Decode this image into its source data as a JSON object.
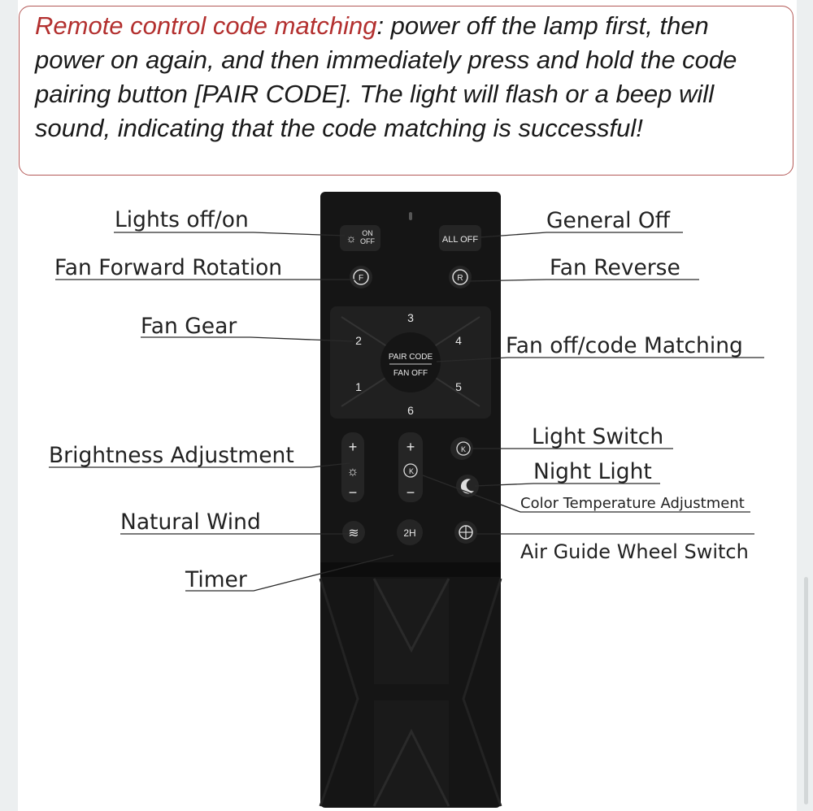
{
  "note": {
    "highlight": "Remote control code matching",
    "body": ": power off the lamp first, then power on again, and then immediately press and hold the code pairing button [PAIR CODE]. The light will flash or a beep will sound, indicating that the code matching is successful!"
  },
  "labels": {
    "lights_off_on": "Lights off/on",
    "fan_forward_rotation": "Fan Forward Rotation",
    "fan_gear": "Fan Gear",
    "brightness_adjustment": "Brightness Adjustment",
    "natural_wind": "Natural Wind",
    "timer": "Timer",
    "general_off": "General Off",
    "fan_reverse": "Fan Reverse",
    "fan_off_code_matching": "Fan off/code Matching",
    "light_switch": "Light Switch",
    "night_light": "Night Light",
    "color_temperature_adjustment": "Color Temperature Adjustment",
    "air_guide_wheel_switch": "Air Guide Wheel Switch"
  },
  "remote": {
    "on": "ON",
    "off": "OFF",
    "all_off": "ALL OFF",
    "forward": "F",
    "reverse": "R",
    "pair_code": "PAIR CODE",
    "fan_off": "FAN OFF",
    "gear_1": "1",
    "gear_2": "2",
    "gear_3": "3",
    "gear_4": "4",
    "gear_5": "5",
    "gear_6": "6",
    "plus": "+",
    "minus": "−",
    "kelvin": "K",
    "timer_2h": "2H"
  },
  "colors": {
    "accent": "#b3302f",
    "border": "#b45a58",
    "remote_body": "#151515",
    "text": "#222222"
  }
}
